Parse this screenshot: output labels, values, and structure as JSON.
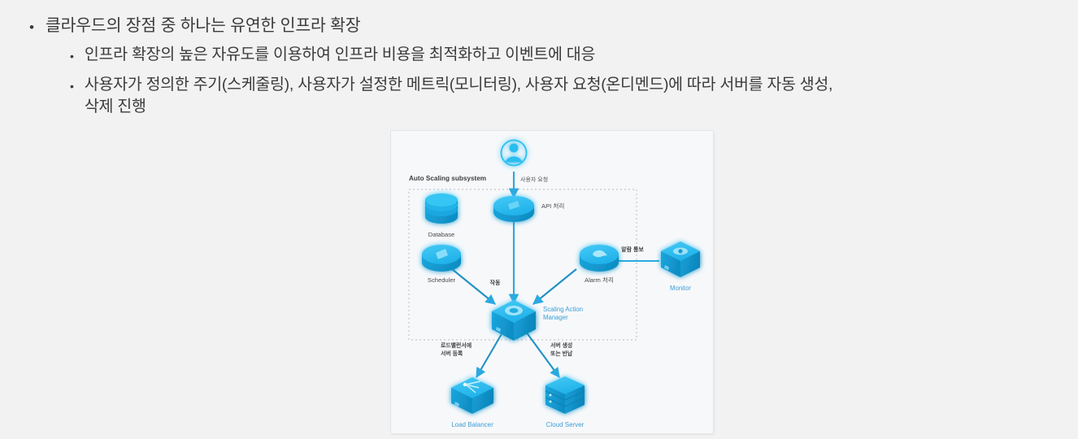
{
  "slide": {
    "bullets": [
      {
        "level": 1,
        "marker": "•",
        "text": "클라우드의 장점 중 하나는 유연한 인프라 확장"
      },
      {
        "level": 2,
        "marker": "•",
        "text": "인프라 확장의 높은 자유도를 이용하여 인프라 비용을 최적화하고 이벤트에 대응"
      },
      {
        "level": 2,
        "marker": "•",
        "text": "사용자가 정의한 주기(스케줄링), 사용자가 설정한 메트릭(모니터링), 사용자 요청(온디멘드)에 따라 서버를 자동 생성,\n삭제 진행"
      }
    ]
  },
  "diagram": {
    "title": "Auto Scaling subsystem",
    "colors": {
      "node_light": "#29bdf0",
      "node_mid": "#1aa7e0",
      "node_dark": "#1390c7",
      "arrow": "#2aa9e0",
      "label_blue": "#3b9fd8",
      "label_dark": "#4a4a4a",
      "panel_bg": "#f7f8fa",
      "dashed_border": "#b9bcc2"
    },
    "nodes": [
      {
        "id": "user",
        "icon": "user-avatar-icon",
        "label": "",
        "label_color": "blue"
      },
      {
        "id": "api",
        "icon": "api-gateway-icon",
        "label": "API 처리",
        "label_color": "dark"
      },
      {
        "id": "database",
        "icon": "database-cylinder-icon",
        "label": "Database",
        "label_color": "dark"
      },
      {
        "id": "scheduler",
        "icon": "scheduler-disc-icon",
        "label": "Scheduler",
        "label_color": "dark"
      },
      {
        "id": "alarm",
        "icon": "alarm-disc-icon",
        "label": "Alarm 처리",
        "label_color": "dark"
      },
      {
        "id": "monitor",
        "icon": "monitor-cube-icon",
        "label": "Monitor",
        "label_color": "blue"
      },
      {
        "id": "sam",
        "icon": "gear-cube-icon",
        "label": "Scaling Action\nManager",
        "label_color": "blue"
      },
      {
        "id": "lb",
        "icon": "load-balancer-icon",
        "label": "Load Balancer",
        "label_color": "blue"
      },
      {
        "id": "cloud",
        "icon": "cloud-server-icon",
        "label": "Cloud Server",
        "label_color": "blue"
      }
    ],
    "edge_labels": [
      {
        "id": "user-request",
        "text": "사용자 요청"
      },
      {
        "id": "alarm-notify",
        "text": "알람 통보"
      },
      {
        "id": "trigger",
        "text": "작동"
      },
      {
        "id": "lb-register",
        "text": "로드밸런서에\n서버 등록"
      },
      {
        "id": "server-create",
        "text": "서버 생성\n또는 반납"
      }
    ]
  }
}
